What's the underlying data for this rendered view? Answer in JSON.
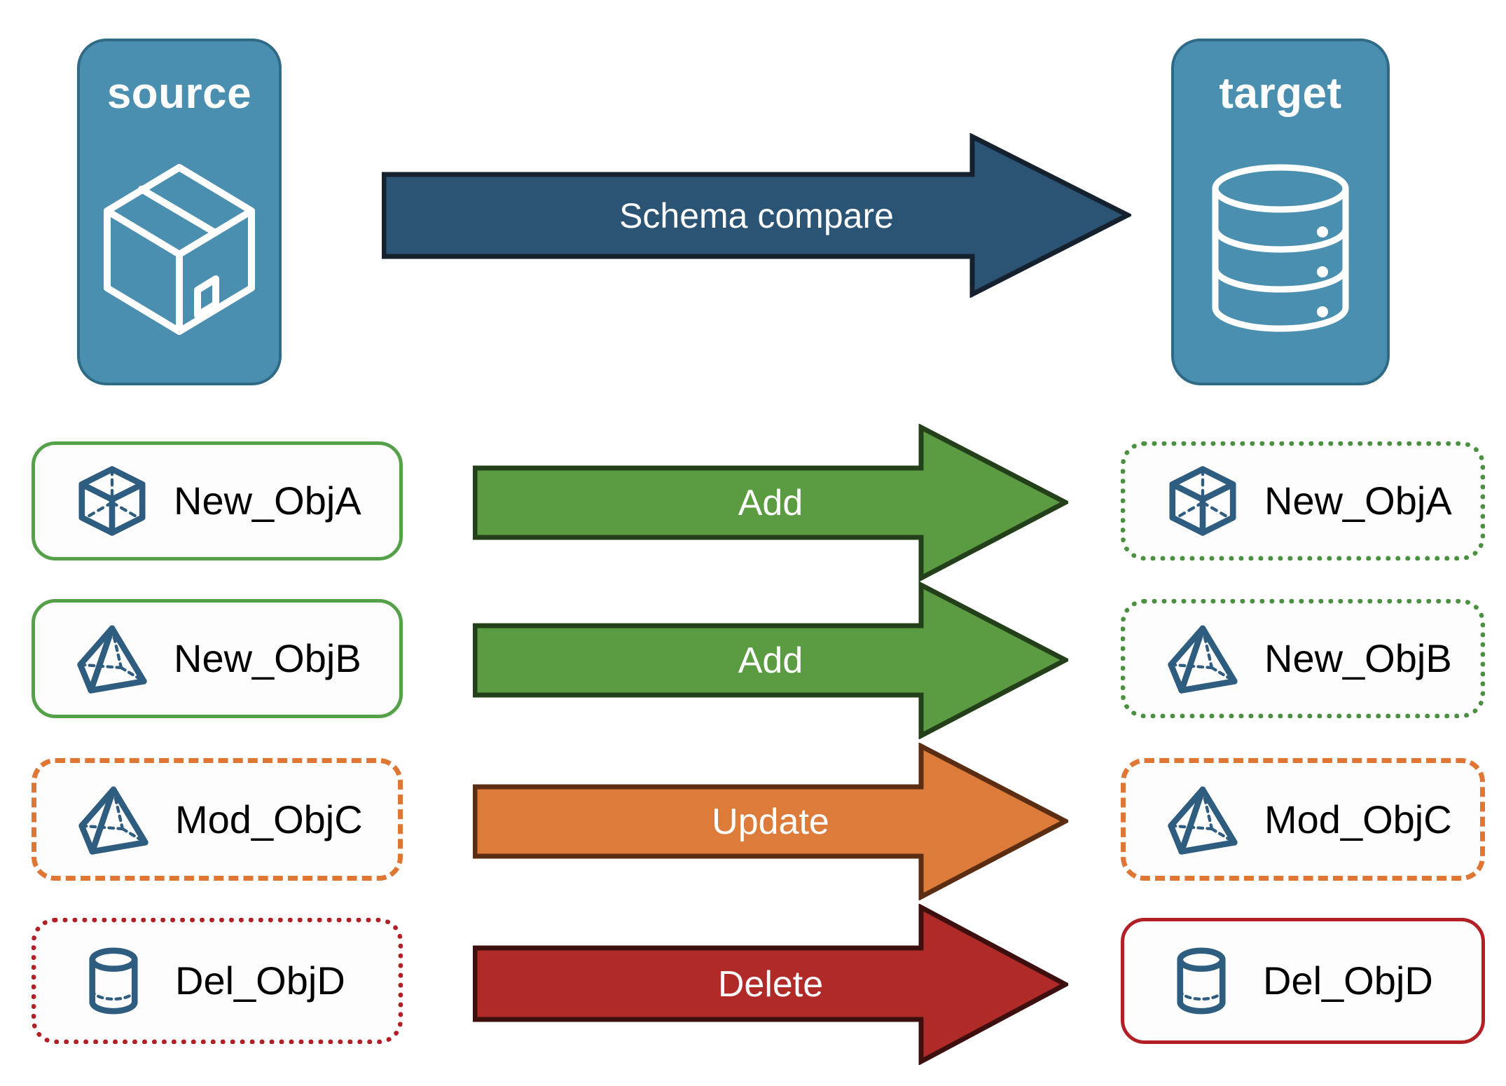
{
  "diagram": {
    "title": "Schema compare source to target",
    "endpoints": [
      {
        "id": "source",
        "label": "source",
        "icon": "package-box-icon"
      },
      {
        "id": "target",
        "label": "target",
        "icon": "database-cylinder-icon"
      }
    ],
    "main_arrow": {
      "label": "Schema compare",
      "fill": "#2b5374",
      "stroke": "#16212f"
    },
    "rows": [
      {
        "source": {
          "label": "New_ObjA",
          "icon": "cube-wireframe-icon",
          "border_style": "solid",
          "border_color": "#54a14a"
        },
        "action": {
          "label": "Add",
          "fill": "#5b9b41",
          "stroke": "#24401a"
        },
        "target": {
          "label": "New_ObjA",
          "icon": "cube-wireframe-icon",
          "border_style": "dotted",
          "border_color": "#4a9040"
        }
      },
      {
        "source": {
          "label": "New_ObjB",
          "icon": "pyramid-wireframe-icon",
          "border_style": "solid",
          "border_color": "#54a14a"
        },
        "action": {
          "label": "Add",
          "fill": "#5b9b41",
          "stroke": "#24401a"
        },
        "target": {
          "label": "New_ObjB",
          "icon": "pyramid-wireframe-icon",
          "border_style": "dotted",
          "border_color": "#4a9040"
        }
      },
      {
        "source": {
          "label": "Mod_ObjC",
          "icon": "pyramid-wireframe-icon",
          "border_style": "dashed",
          "border_color": "#df7633"
        },
        "action": {
          "label": "Update",
          "fill": "#dd7b3b",
          "stroke": "#5b2d12"
        },
        "target": {
          "label": "Mod_ObjC",
          "icon": "pyramid-wireframe-icon",
          "border_style": "dashed",
          "border_color": "#df7633"
        }
      },
      {
        "source": {
          "label": "Del_ObjD",
          "icon": "cylinder-wireframe-icon",
          "border_style": "dotted",
          "border_color": "#b22025"
        },
        "action": {
          "label": "Delete",
          "fill": "#b02a28",
          "stroke": "#3d0f0e",
          "stroke_dark": true
        },
        "target": {
          "label": "Del_ObjD",
          "icon": "cylinder-wireframe-icon",
          "border_style": "solid",
          "border_color": "#b22025"
        }
      }
    ],
    "colors": {
      "endpoint_fill": "#4a8fb0",
      "endpoint_stroke": "#2f6b86",
      "icon_blue": "#2f5d80",
      "green": "#5b9b41",
      "orange": "#dd7b3b",
      "red": "#b02a28",
      "navy": "#2b5374"
    }
  }
}
